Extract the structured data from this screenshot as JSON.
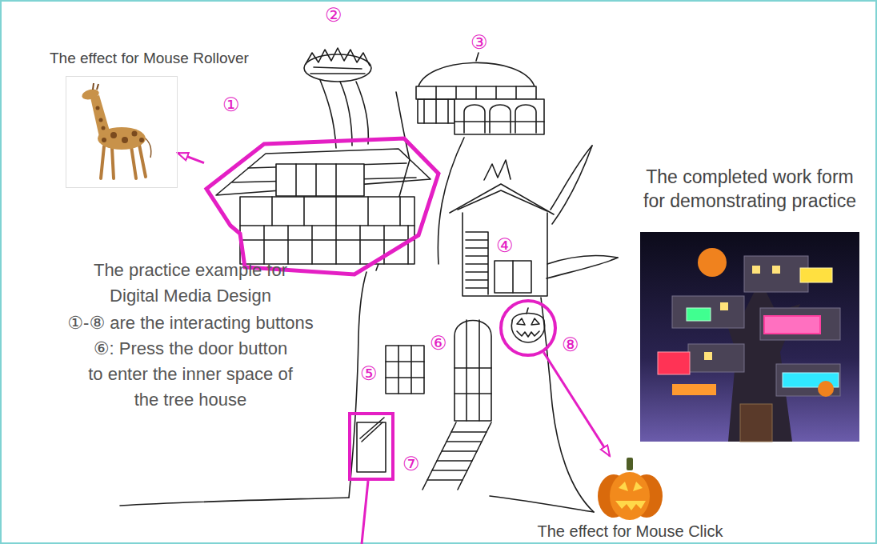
{
  "diagram": {
    "nodes": [
      {
        "text": [
          "The effect for Mouse Rollover"
        ]
      },
      {
        "text": [
          "①"
        ]
      },
      {
        "text": [
          "The completed work form for demonstrating practice"
        ]
      },
      {
        "text": [
          "⑧"
        ]
      },
      {
        "text": [
          "⑦"
        ]
      },
      {
        "text": [
          "The effect for Mouse Click"
        ]
      }
    ],
    "edges": [
      {
        "from": 1,
        "to": 0,
        "arrow": "to"
      },
      {
        "from": 3,
        "to": 5,
        "arrow": "to"
      }
    ],
    "labels": [
      "②",
      "③",
      "④",
      "⑥",
      "⑤",
      "The practice example for Digital Media Design",
      "①-⑧ are the interacting buttons",
      "⑥: Press the door button to enter the inner space of the tree house"
    ]
  }
}
